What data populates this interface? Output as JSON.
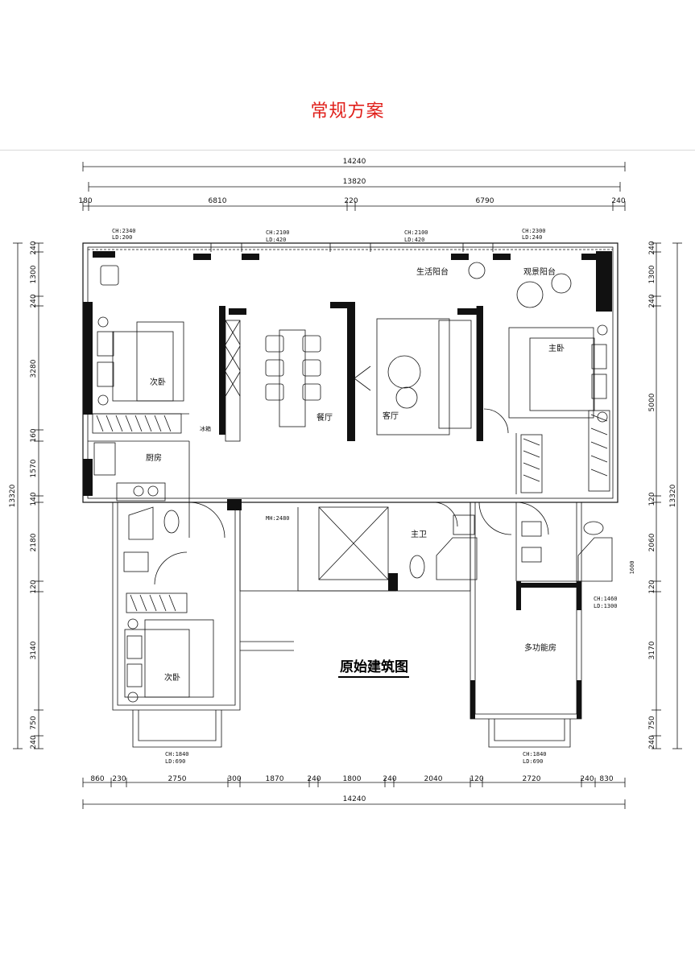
{
  "page": {
    "title": "常规方案"
  },
  "plan": {
    "title": "原始建筑图",
    "top_total": "14240",
    "top_inner": "13820",
    "top_segments": [
      "180",
      "6810",
      "220",
      "6790",
      "240"
    ],
    "bottom_segments": [
      "860",
      "230",
      "2750",
      "300",
      "1870",
      "240",
      "1800",
      "240",
      "2040",
      "120",
      "2720",
      "240",
      "830"
    ],
    "bottom_total": "14240",
    "left_total": "13320",
    "left_segments": [
      "240",
      "1300",
      "240",
      "3280",
      "160",
      "1570",
      "140",
      "2180",
      "120",
      "3140",
      "750",
      "240"
    ],
    "right_total": "13320",
    "right_segments": [
      "240",
      "1300",
      "240",
      "5000",
      "120",
      "2060",
      "120",
      "3170",
      "750",
      "240"
    ],
    "rooms": {
      "bedroom_nw": "次卧",
      "kitchen": "厨房",
      "fridge": "冰箱",
      "dining": "餐厅",
      "living": "客厅",
      "balcony_service": "生活阳台",
      "balcony_view": "观景阳台",
      "master_bedroom": "主卧",
      "master_bath": "主卫",
      "bedroom_sw": "次卧",
      "multi_room": "多功能房"
    },
    "notes": {
      "ch1": "CH:2340",
      "ld1": "LD:200",
      "ch2": "CH:2100",
      "ld2": "LD:420",
      "ch3": "CH:2100",
      "ld3": "LD:420",
      "ch4": "CH:2300",
      "ld4": "LD:240",
      "mh": "MH:2480",
      "ch5": "CH:1840",
      "ld5": "LD:690",
      "ch6": "CH:1840",
      "ld6": "LD:690",
      "ch7": "CH:1460",
      "ld7": "LD:1300",
      "small": "1600"
    }
  }
}
